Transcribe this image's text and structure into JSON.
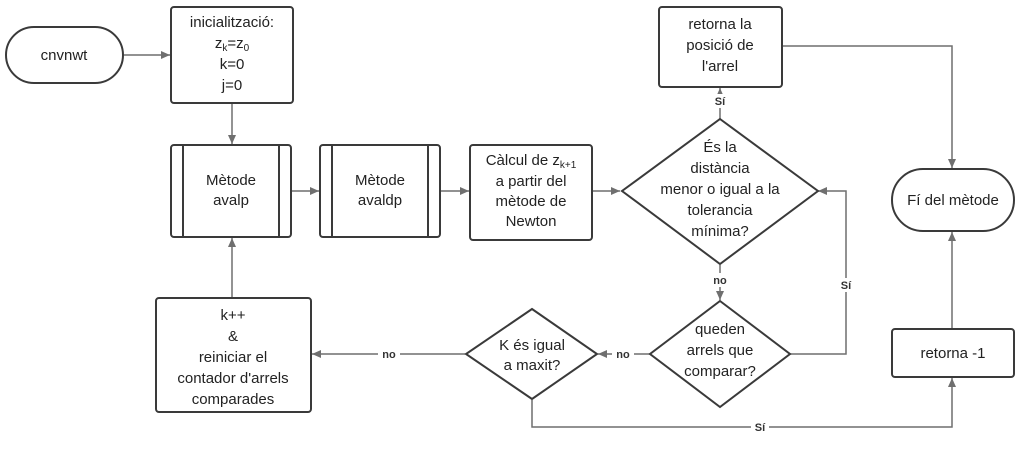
{
  "nodes": {
    "start": "cnvnwt",
    "init": {
      "title": "inicialització:",
      "zk_base": "z",
      "zk_sub": "k",
      "zk_eq": "=",
      "z0_base": "z",
      "z0_sub": "0",
      "k0": "k=0",
      "j0": "j=0"
    },
    "avalp": {
      "line1": "Mètode",
      "line2": "avalp"
    },
    "avaldp": {
      "line1": "Mètode",
      "line2": "avaldp"
    },
    "calc": {
      "line1_text": "Càlcul de z",
      "line1_sub": "k+1",
      "line2": "a partir del",
      "line3": "mètode de",
      "line4": "Newton"
    },
    "decision_tol": {
      "line1": "És la",
      "line2": "distància",
      "line3": "menor o igual a la",
      "line4": "tolerancia",
      "line5": "mínima?"
    },
    "return_root": {
      "line1": "retorna la",
      "line2": "posició de",
      "line3": "l'arrel"
    },
    "end": "Fí del mètode",
    "return_neg": "retorna -1",
    "decision_roots": {
      "line1": "queden",
      "line2": "arrels que",
      "line3": "comparar?"
    },
    "decision_maxit": {
      "line1": "K és igual",
      "line2": "a maxit?"
    },
    "reset": {
      "line1": "k++",
      "line2": "&",
      "line3": "reiniciar el",
      "line4": "contador d'arrels",
      "line5": "comparades"
    }
  },
  "edge_labels": {
    "tol_yes": "Sí",
    "tol_no": "no",
    "roots_yes": "Sí",
    "roots_no": "no",
    "maxit_no": "no",
    "maxit_yes": "Sí"
  }
}
